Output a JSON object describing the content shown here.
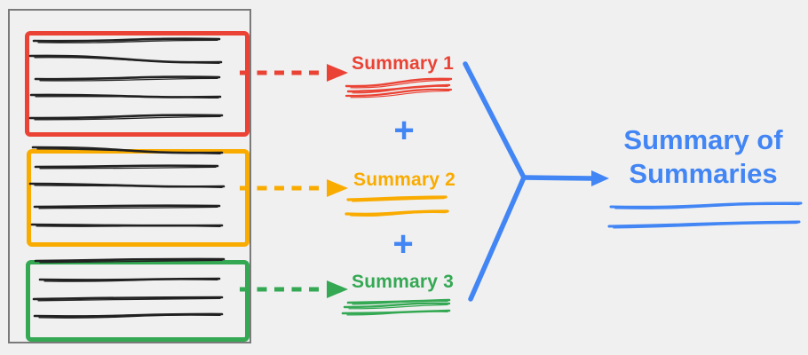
{
  "colors": {
    "red": "#EA4335",
    "orange": "#F9AB00",
    "green": "#34A853",
    "blue": "#4285F4",
    "ink": "#212121",
    "container_border": "#7a7a7a",
    "background": "#f0f0f0"
  },
  "document": {
    "sections": [
      {
        "label": "Summary 1",
        "color": "#EA4335",
        "text_lines": 5
      },
      {
        "label": "Summary 2",
        "color": "#F9AB00",
        "text_lines": 5
      },
      {
        "label": "Summary 3",
        "color": "#34A853",
        "text_lines": 4
      }
    ]
  },
  "operators": {
    "plus": "+"
  },
  "result": {
    "title_line1": "Summary of",
    "title_line2": "Summaries"
  }
}
